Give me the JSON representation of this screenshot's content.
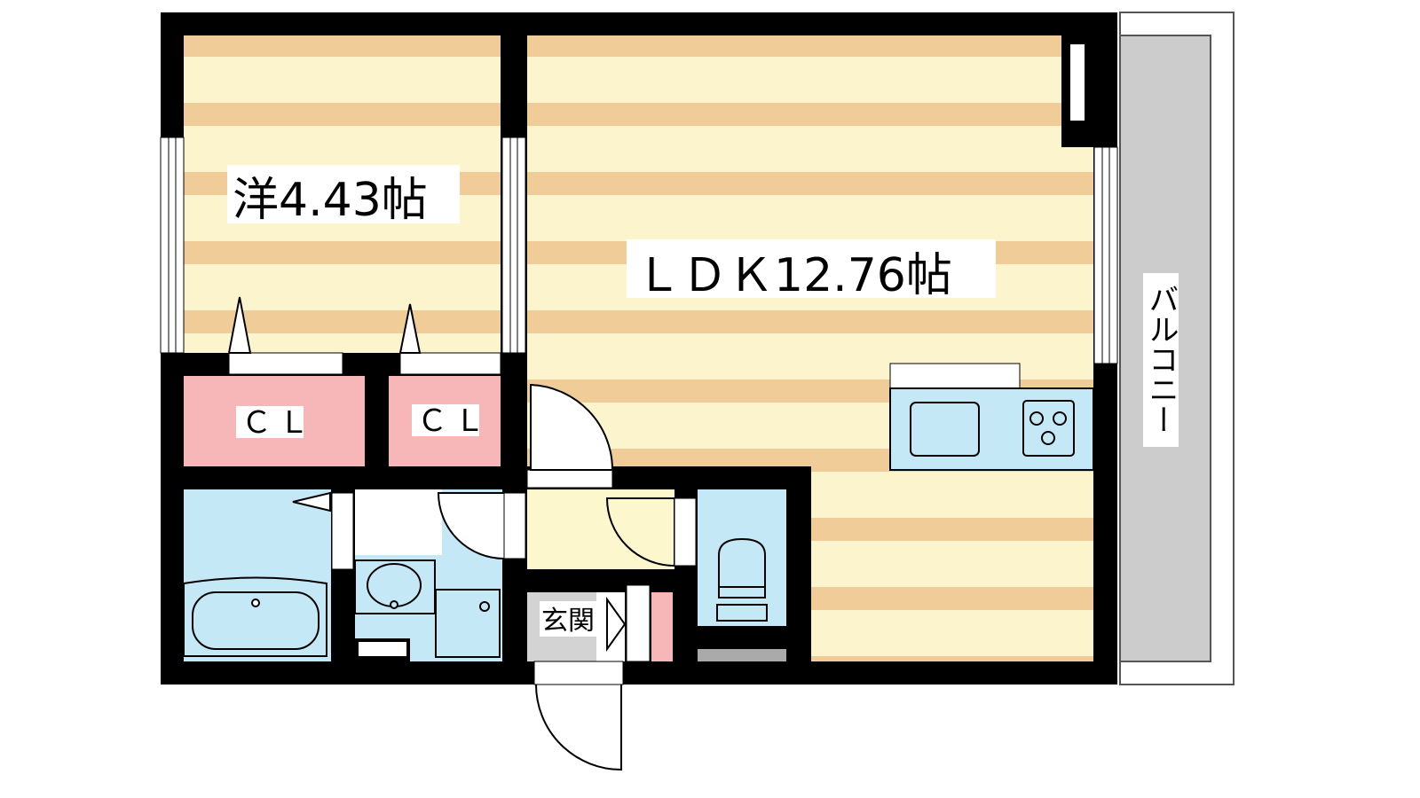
{
  "rooms": {
    "western": {
      "label": "洋4.43帖"
    },
    "ldk": {
      "label": "ＬＤＫ12.76帖"
    },
    "closet_left": {
      "label": "ＣＬ"
    },
    "closet_right": {
      "label": "ＣＬ"
    },
    "entrance": {
      "label": "玄関"
    },
    "balcony": {
      "label": "バルコニー"
    }
  },
  "colors": {
    "wall": "#000000",
    "floor_stripe_light": "#fcf4cc",
    "floor_stripe_dark": "#f0cc98",
    "closet": "#f7b6b8",
    "wet_area": "#c5e8f6",
    "entrance_floor": "#d3d3d3",
    "hall_floor": "#fdf7cd",
    "balcony": "#cccccc"
  }
}
